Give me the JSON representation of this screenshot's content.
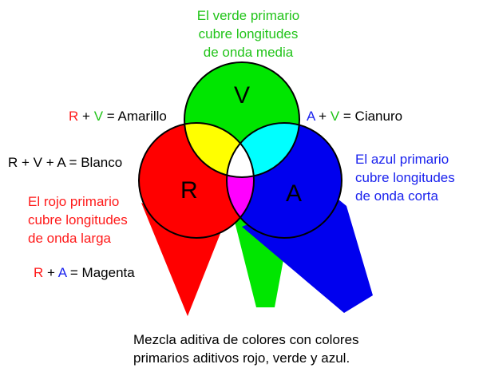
{
  "colors": {
    "red": "#ff0000",
    "green": "#00e600",
    "blue": "#0000ee",
    "yellow": "#ffff00",
    "cyan": "#00ffff",
    "magenta": "#ff00ff",
    "white": "#ffffff",
    "red_text": "#ff1a1a",
    "green_text": "#22c41a",
    "blue_text": "#1a22ee"
  },
  "green_note": [
    "El verde primario",
    "cubre longitudes",
    "de onda media"
  ],
  "blue_note": [
    "El azul primario",
    "cubre longitudes",
    "de onda corta"
  ],
  "red_note": [
    "El rojo primario",
    "cubre longitudes",
    "de onda larga"
  ],
  "circle_labels": {
    "green": "V",
    "red": "R",
    "blue": "A"
  },
  "mixes": {
    "yellow": {
      "a": "R",
      "plus": "+",
      "b": "V",
      "result": "= Amarillo"
    },
    "cyan": {
      "a": "A",
      "plus": "+",
      "b": "V",
      "result": "= Cianuro"
    },
    "white": "R + V + A = Blanco",
    "magenta": {
      "a": "R",
      "plus": "+",
      "b": "A",
      "result": "= Magenta"
    }
  },
  "caption": [
    "Mezcla aditiva de colores con colores",
    "primarios aditivos rojo, verde y azul."
  ]
}
